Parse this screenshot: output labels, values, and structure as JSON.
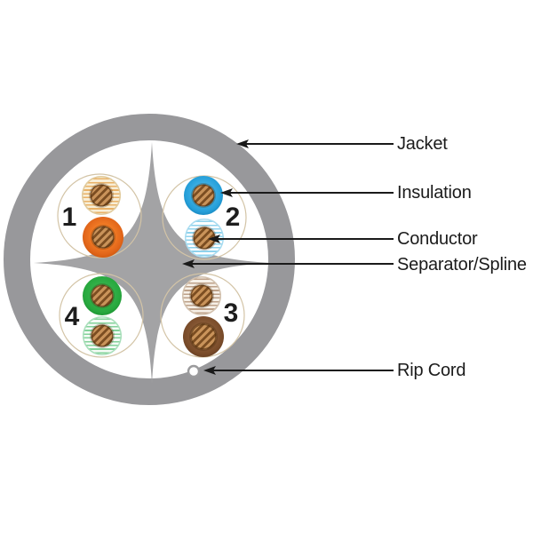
{
  "diagram": {
    "subject": "UTP cable cross-section",
    "callouts": {
      "jacket": "Jacket",
      "insulation": "Insulation",
      "conductor": "Conductor",
      "separator_spline": "Separator/Spline",
      "rip_cord": "Rip Cord"
    },
    "pairs": [
      {
        "number": "1",
        "position": "top-left",
        "wire_top": "white-orange stripe",
        "wire_bottom": "orange"
      },
      {
        "number": "2",
        "position": "top-right",
        "wire_top": "blue",
        "wire_bottom": "white-blue stripe"
      },
      {
        "number": "3",
        "position": "bottom-right",
        "wire_top": "white-brown stripe",
        "wire_bottom": "brown"
      },
      {
        "number": "4",
        "position": "bottom-left",
        "wire_top": "green",
        "wire_bottom": "white-green stripe"
      }
    ],
    "colors": {
      "jacket": "#98989b",
      "spline": "#a3a3a5",
      "pair_outline": "#d3c4a6",
      "orange": "#e2661a",
      "blue": "#259fd9",
      "green": "#27a83e",
      "brown": "#7a4c2a",
      "copper": "#b5834f",
      "callout_line": "#1a1a1a"
    }
  }
}
